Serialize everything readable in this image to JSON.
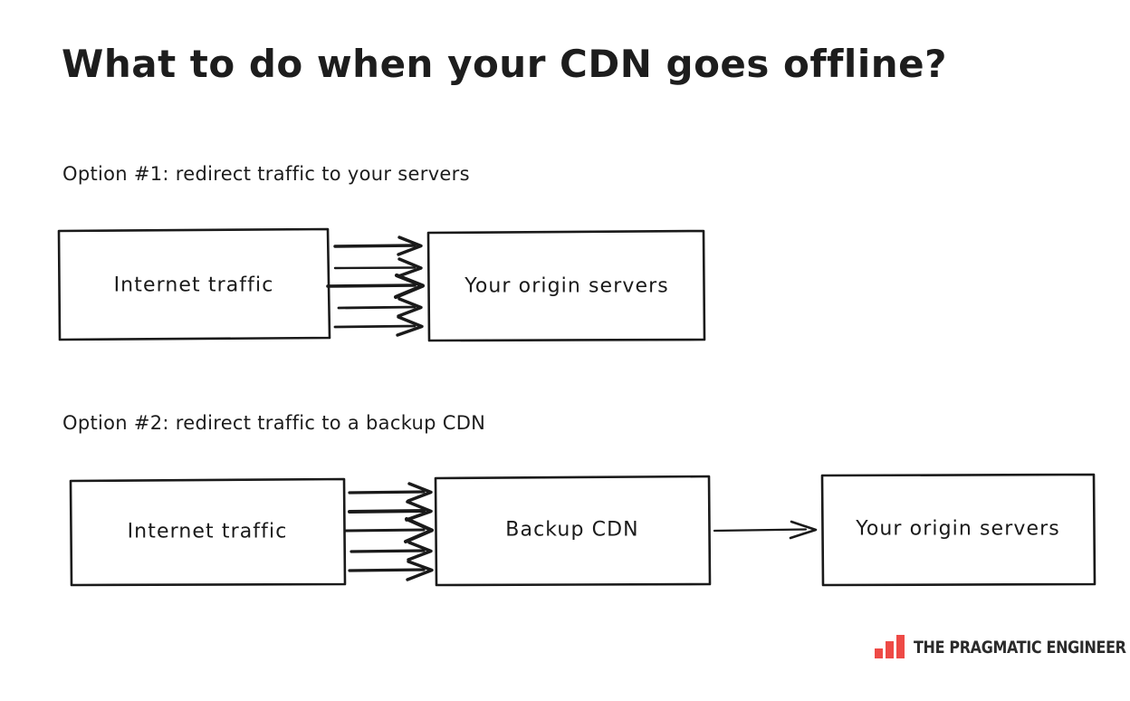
{
  "title": "What to do when your CDN goes offline?",
  "options": [
    {
      "label": "Option #1: redirect traffic to your servers",
      "boxes": [
        {
          "name": "internet-traffic",
          "text": "Internet traffic"
        },
        {
          "name": "origin-servers",
          "text": "Your origin servers"
        }
      ],
      "arrow_count": 5
    },
    {
      "label": "Option #2: redirect traffic to a backup CDN",
      "boxes": [
        {
          "name": "internet-traffic",
          "text": "Internet traffic"
        },
        {
          "name": "backup-cdn",
          "text": "Backup CDN"
        },
        {
          "name": "origin-servers",
          "text": "Your origin servers"
        }
      ],
      "arrow_count": 5,
      "single_arrow_count": 1
    }
  ],
  "brand": {
    "wordmark": "THE PRAGMATIC ENGINEER",
    "bar_color": "#ee4a46",
    "text_color": "#2b2b2b"
  },
  "colors": {
    "ink": "#1a1a1a",
    "background": "#ffffff"
  }
}
